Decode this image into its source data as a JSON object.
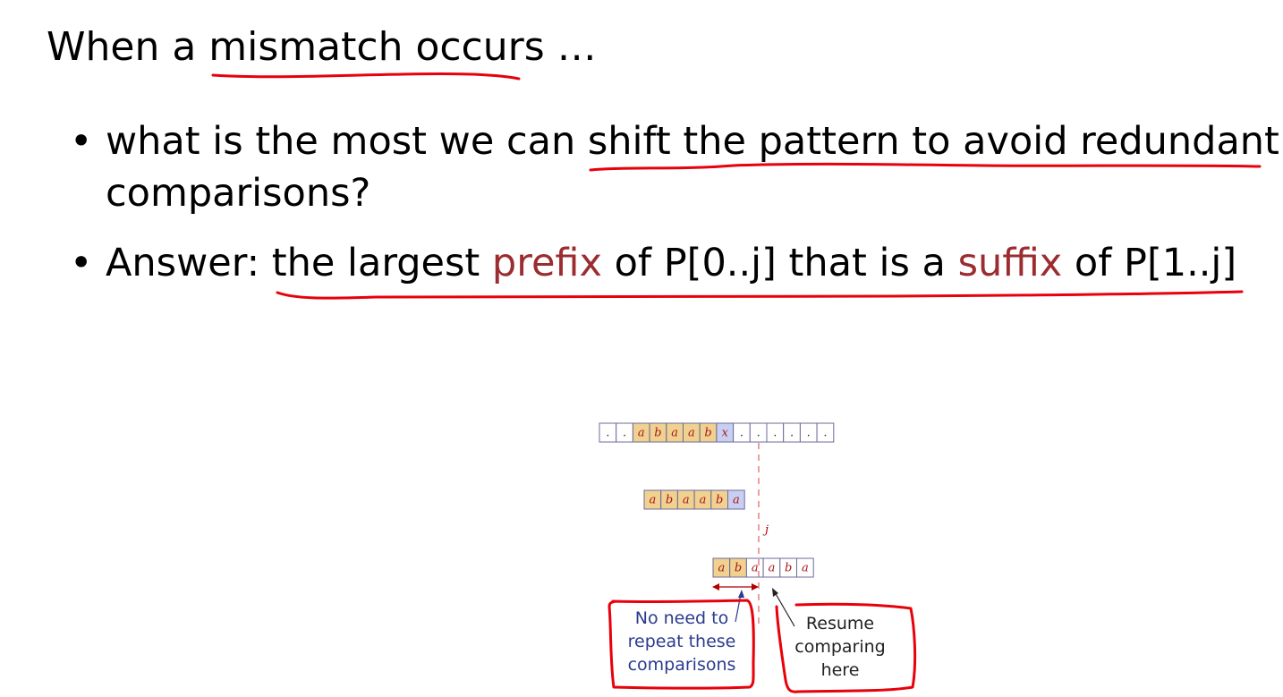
{
  "title": {
    "prefix": "When a ",
    "underlined": "mismatch occurs",
    "suffix": " …"
  },
  "bullets": [
    {
      "line1_pre": "what is the most we can ",
      "line1_underlined": "shift the pattern to avoid redundant",
      "line2": "comparisons?"
    },
    {
      "label": "Answer: ",
      "t1": "the largest ",
      "h1": "prefix",
      "t2": " of P[0..j] that is a ",
      "h2": "suffix",
      "t3": " of P[1..j]"
    }
  ],
  "figure": {
    "text_row": [
      ".",
      ".",
      "a",
      "b",
      "a",
      "a",
      "b",
      "x",
      ".",
      ".",
      ".",
      ".",
      ".",
      "."
    ],
    "pattern_row": [
      "a",
      "b",
      "a",
      "a",
      "b",
      "a"
    ],
    "shifted_row": [
      "a",
      "b",
      "a",
      "a",
      "b",
      "a"
    ],
    "j_label": "j",
    "left_note": [
      "No need to",
      "repeat these",
      "comparisons"
    ],
    "right_note": [
      "Resume",
      "comparing",
      "here"
    ]
  },
  "colors": {
    "highlight_text": "#9b2d30",
    "ink_red": "#e8000b",
    "cell_matched": "#f0d190",
    "cell_mismatch": "#c9cff2",
    "note_blue": "#2a3b8f",
    "dashed_line": "#e06060"
  }
}
